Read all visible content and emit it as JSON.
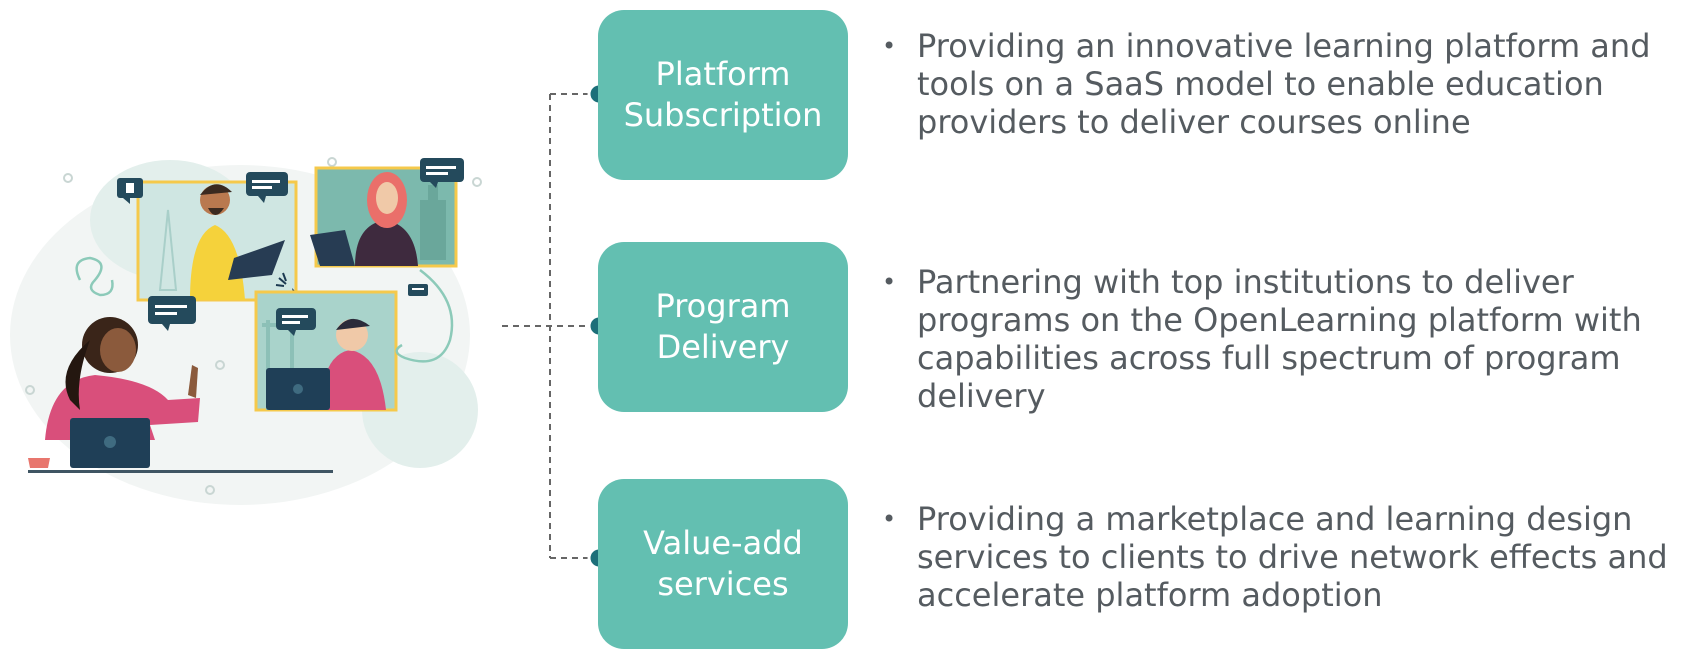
{
  "items": [
    {
      "label": "Platform\nSubscription",
      "description": "Providing an innovative learning platform and tools on a SaaS model to enable education providers to deliver courses online"
    },
    {
      "label": "Program\nDelivery",
      "description": "Partnering with top institutions to deliver programs on the OpenLearning platform with capabilities across full spectrum of program delivery"
    },
    {
      "label": "Value-add\nservices",
      "description": "Providing a marketplace and learning design services to clients to drive network effects and accelerate platform adoption"
    }
  ],
  "bullet": "•",
  "colors": {
    "box": "#63bfb1",
    "node": "#1c6f79",
    "text": "#555b60",
    "dash": "#666666"
  }
}
